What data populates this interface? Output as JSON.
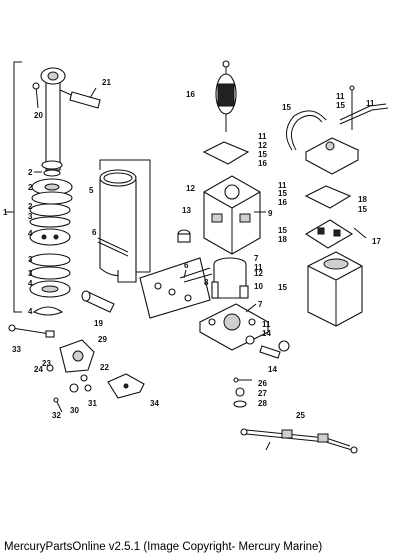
{
  "diagram": {
    "callouts": [
      "1",
      "2",
      "3",
      "4",
      "5",
      "6",
      "7",
      "8",
      "9",
      "10",
      "11",
      "12",
      "13",
      "14",
      "15",
      "16",
      "17",
      "18",
      "19",
      "20",
      "21",
      "22",
      "23",
      "24",
      "25",
      "26",
      "27",
      "28",
      "29",
      "30",
      "31",
      "32",
      "33",
      "34"
    ]
  },
  "footer": {
    "text": "MercuryPartsOnline v2.5.1 (Image Copyright- Mercury Marine)"
  }
}
